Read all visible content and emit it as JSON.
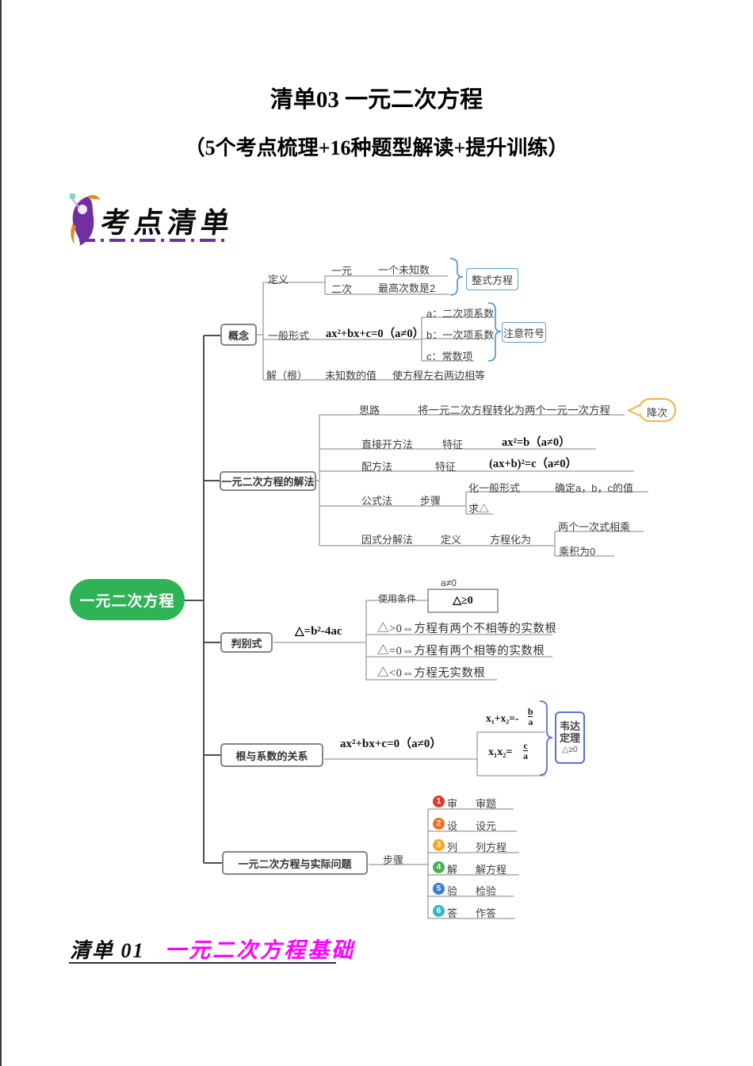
{
  "page": {
    "title": "清单03 一元二次方程",
    "subtitle": "（5个考点梳理+16种题型解读+提升训练）"
  },
  "banner": {
    "text": "考点清单"
  },
  "colors": {
    "green": "#2eb456",
    "blue": "#5b9bd5",
    "indigo": "#5b6fd8",
    "yellow": "#f2b33d",
    "magenta": "#ff00ff",
    "purple": "#7030a0",
    "line": "#4f4f4f",
    "subline": "#9a9a9a",
    "boxborder": "#858585",
    "ink": "#3d3d3d"
  },
  "mindmap": {
    "root_label": "一元二次方程",
    "concept": {
      "label": "概念",
      "definition": {
        "label": "定义",
        "rows": [
          {
            "k": "一元",
            "v": "一个未知数"
          },
          {
            "k": "二次",
            "v": "最高次数是2"
          }
        ],
        "result": "整式方程"
      },
      "general_form": {
        "label": "一般形式",
        "formula": "ax²+bx+c=0（a≠0）",
        "coeffs": [
          "a：二次项系数",
          "b：一次项系数",
          "c：常数项"
        ],
        "note": "注意符号"
      },
      "solution": {
        "label": "解（根）",
        "v1": "未知数的值",
        "v2": "使方程左右两边相等"
      }
    },
    "methods": {
      "label": "一元二次方程的解法",
      "idea": {
        "label": "思路",
        "text": "将一元二次方程转化为两个一元一次方程",
        "callout": "降次"
      },
      "direct": {
        "label": "直接开方法",
        "k": "特征",
        "formula": "ax²=b（a≠0）"
      },
      "complete": {
        "label": "配方法",
        "k": "特征",
        "formula": "(ax+b)²=c（a≠0）"
      },
      "formula_method": {
        "label": "公式法",
        "k": "步骤",
        "step1a": "化一般形式",
        "step1b": "确定a，b，c的值",
        "step2": "求△"
      },
      "factoring": {
        "label": "因式分解法",
        "k": "定义",
        "v": "方程化为",
        "r1": "两个一次式相乘",
        "r2": "乘积为0"
      }
    },
    "discriminant": {
      "label": "判别式",
      "formula": "△=b²-4ac",
      "condition": {
        "label": "使用条件",
        "a": "a≠0",
        "box": "△≥0"
      },
      "cases": [
        "△>0⇔方程有两个不相等的实数根",
        "△=0⇔方程有两个相等的实数根",
        "△<0⇔方程无实数根"
      ]
    },
    "vieta": {
      "label": "根与系数的关系",
      "formula": "ax²+bx+c=0（a≠0）",
      "sum_pre": "x₁+x₂=-",
      "sum_num": "b",
      "sum_den": "a",
      "prod_pre": "x₁x₂=",
      "prod_num": "c",
      "prod_den": "a",
      "box_line1": "韦达",
      "box_line2": "定理",
      "box_cond": "△≥0"
    },
    "practical": {
      "label": "一元二次方程与实际问题",
      "k": "步骤",
      "steps": [
        {
          "n": "1",
          "char": "审",
          "desc": "审题",
          "color": "#e2392f"
        },
        {
          "n": "2",
          "char": "设",
          "desc": "设元",
          "color": "#f07022"
        },
        {
          "n": "3",
          "char": "列",
          "desc": "列方程",
          "color": "#f5a623"
        },
        {
          "n": "4",
          "char": "解",
          "desc": "解方程",
          "color": "#4aae54"
        },
        {
          "n": "5",
          "char": "验",
          "desc": "检验",
          "color": "#3c7cd4"
        },
        {
          "n": "6",
          "char": "答",
          "desc": "作答",
          "color": "#33b8c9"
        }
      ]
    }
  },
  "footer": {
    "prefix": "清单 01",
    "title": "一元二次方程基础"
  }
}
